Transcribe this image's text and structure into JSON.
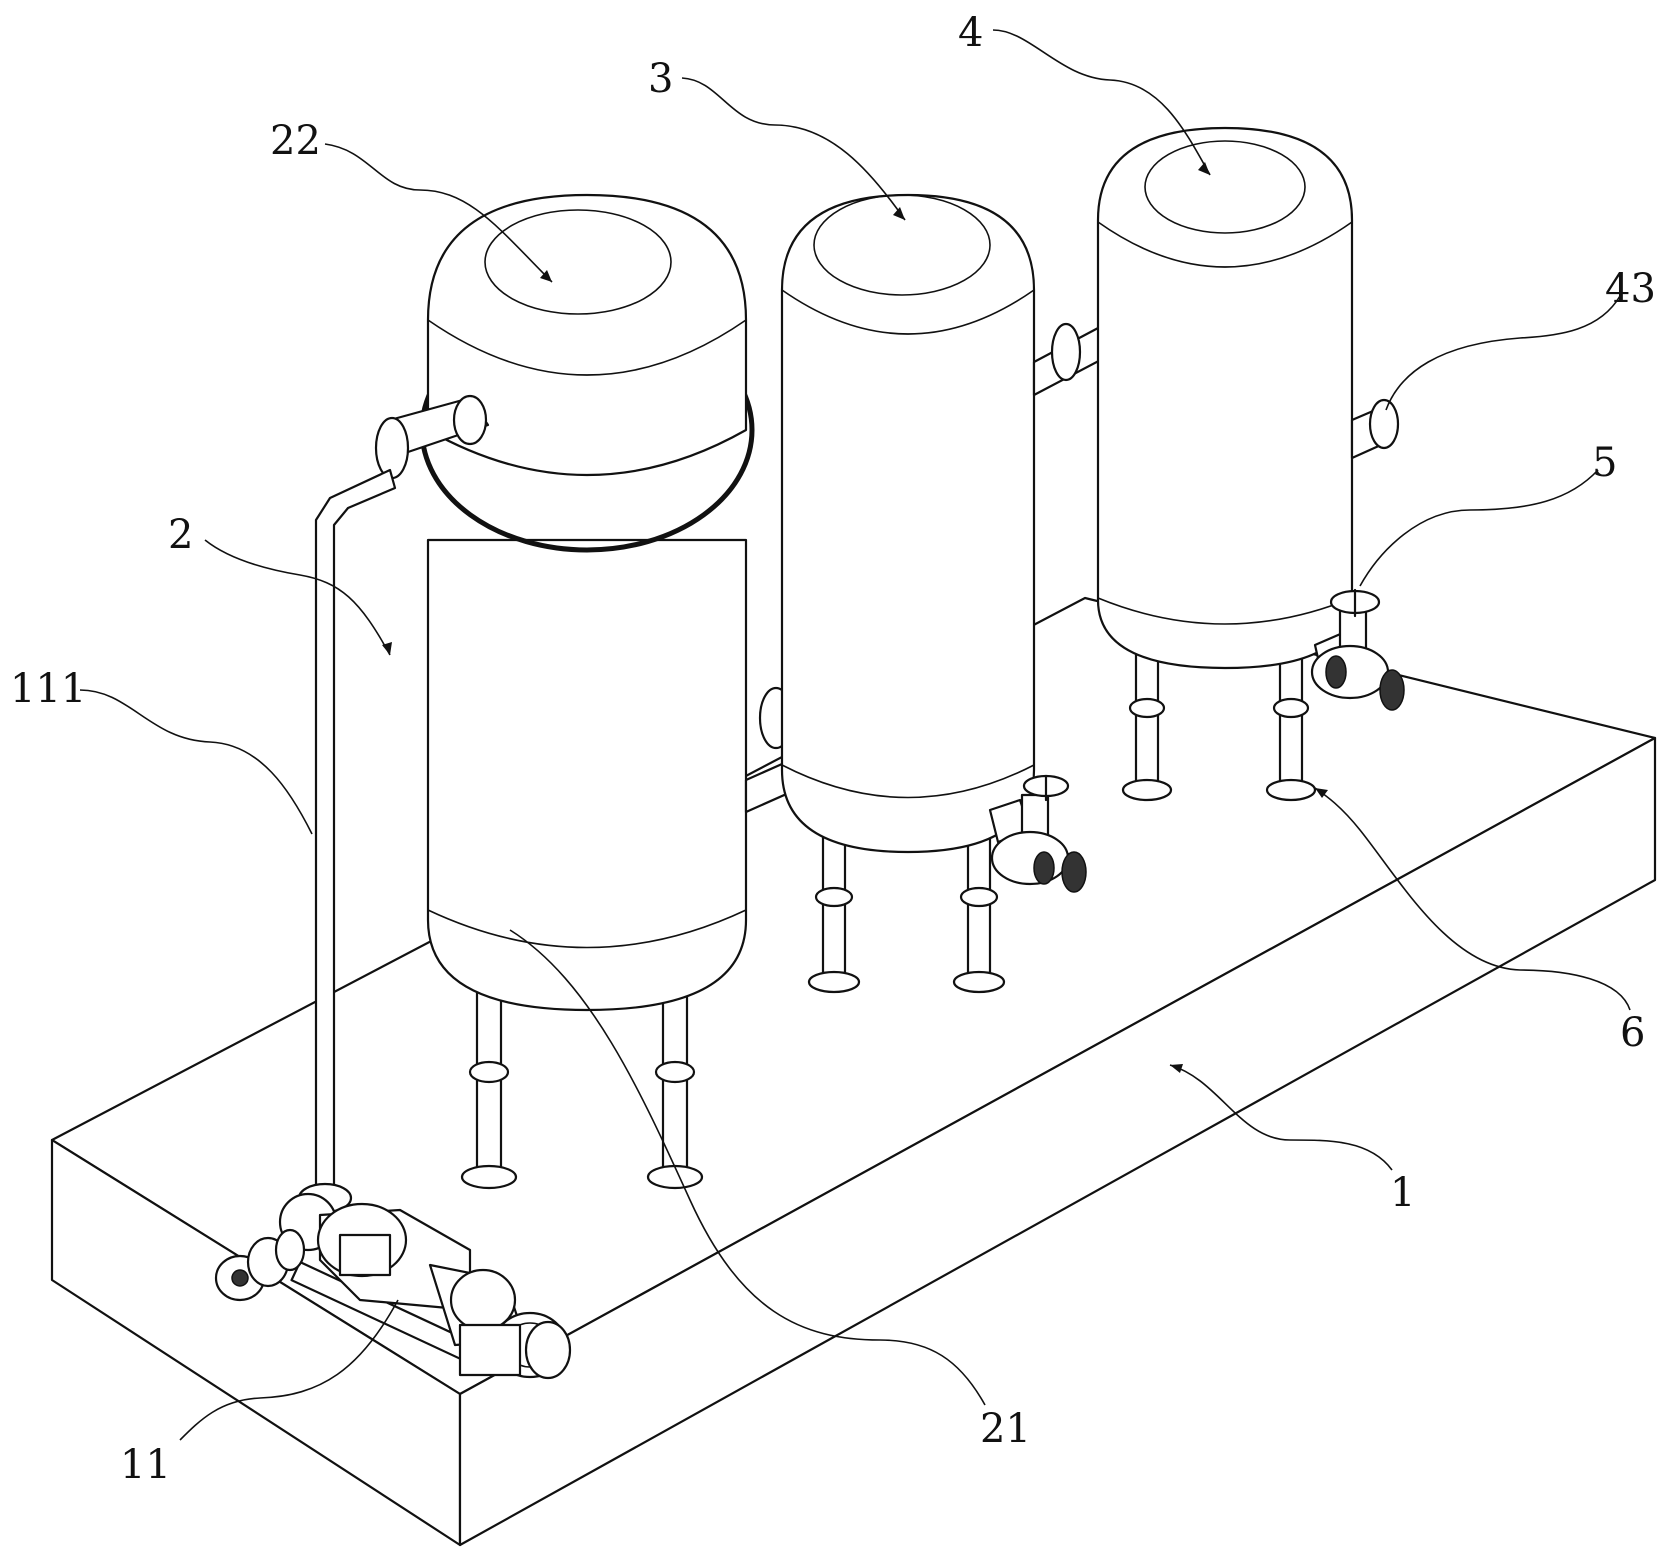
{
  "labels": {
    "l22": "22",
    "l3": "3",
    "l4": "4",
    "l43": "43",
    "l5": "5",
    "l2": "2",
    "l111": "111",
    "l6": "6",
    "l1": "1",
    "l21": "21",
    "l11": "11"
  },
  "colors": {
    "stroke": "#111111",
    "background": "#ffffff"
  }
}
